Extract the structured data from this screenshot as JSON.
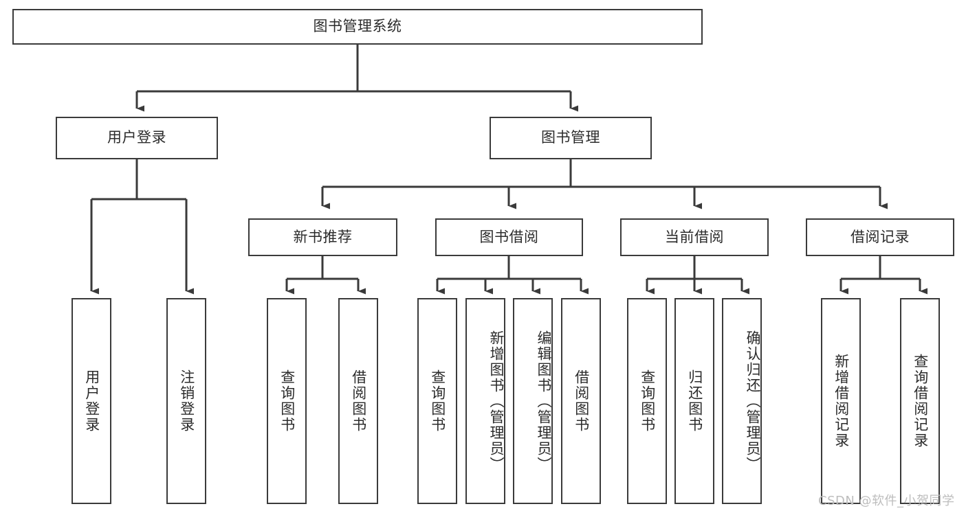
{
  "diagram": {
    "title": "图书管理系统",
    "watermark": "CSDN @软件_小贺同学",
    "root": {
      "label": "图书管理系统"
    },
    "level2": [
      {
        "label": "用户登录"
      },
      {
        "label": "图书管理"
      }
    ],
    "level3": [
      {
        "label": "新书推荐"
      },
      {
        "label": "图书借阅"
      },
      {
        "label": "当前借阅"
      },
      {
        "label": "借阅记录"
      }
    ],
    "leaves": {
      "user_login": [
        {
          "label": "用户登录"
        },
        {
          "label": "注销登录"
        }
      ],
      "new_book_recommend": [
        {
          "label": "查询图书"
        },
        {
          "label": "借阅图书"
        }
      ],
      "book_borrow": [
        {
          "label": "查询图书"
        },
        {
          "label": "新增图书（管理员）"
        },
        {
          "label": "编辑图书（管理员）"
        },
        {
          "label": "借阅图书"
        }
      ],
      "current_borrow": [
        {
          "label": "查询图书"
        },
        {
          "label": "归还图书"
        },
        {
          "label": "确认归还（管理员）"
        }
      ],
      "borrow_record": [
        {
          "label": "新增借阅记录"
        },
        {
          "label": "查询借阅记录"
        }
      ]
    },
    "colors": {
      "stroke": "#3a3a3a",
      "text": "#2b2b2b",
      "background": "#ffffff",
      "watermark": "#bdbdbd"
    }
  }
}
